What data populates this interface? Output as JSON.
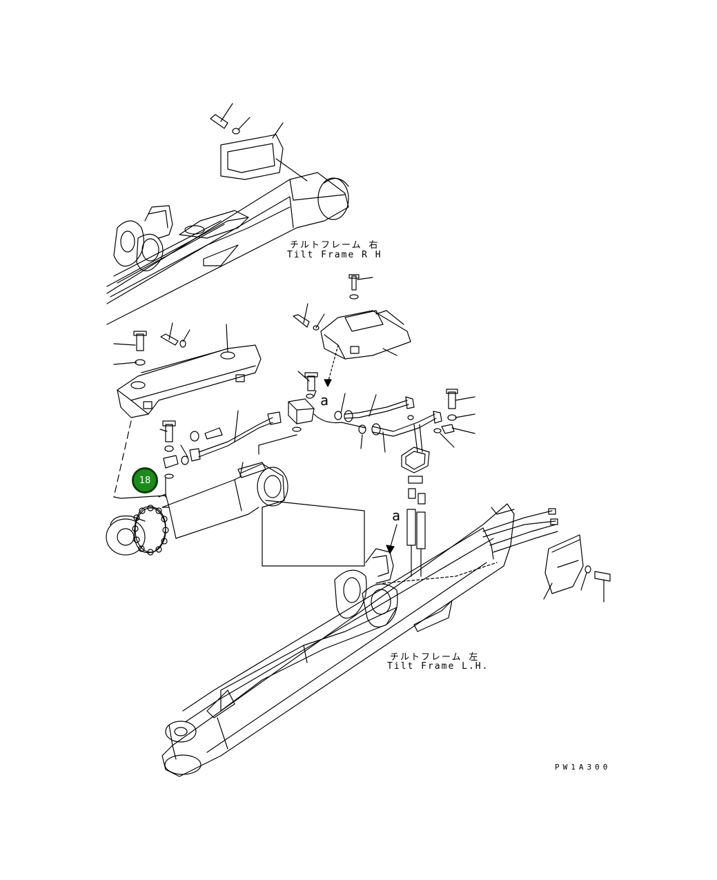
{
  "labels": {
    "rh_jp": "チルトフレーム 右",
    "rh_en": "Tilt Frame R H",
    "lh_jp": "チルトフレーム 左",
    "lh_en": "Tilt Frame L.H.",
    "drawing_code": "PW1A300"
  },
  "ref_marks": [
    "a",
    "a"
  ],
  "callout": {
    "number": "18",
    "color": "#1e8a1e"
  }
}
